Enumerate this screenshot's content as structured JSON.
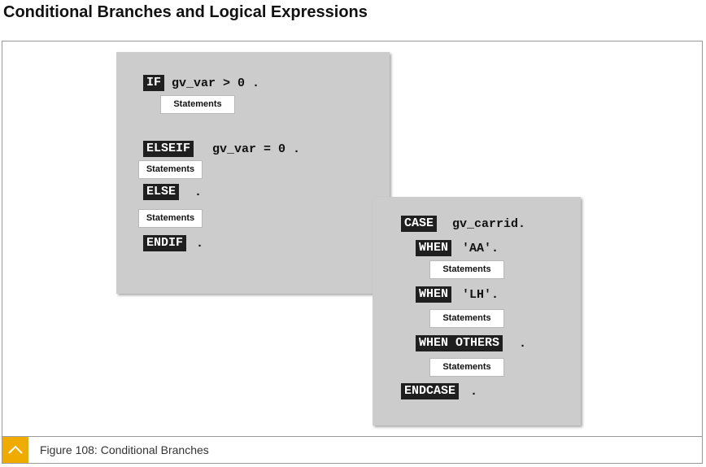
{
  "page": {
    "title": "Conditional Branches and Logical Expressions"
  },
  "if_block": {
    "if_kw": "IF",
    "if_cond": "gv_var > 0 .",
    "stmt1": "Statements",
    "elseif_kw": "ELSEIF",
    "elseif_cond": "gv_var = 0 .",
    "stmt2": "Statements",
    "else_kw": "ELSE",
    "else_dot": ".",
    "stmt3": "Statements",
    "endif_kw": "ENDIF",
    "endif_dot": "."
  },
  "case_block": {
    "case_kw": "CASE",
    "case_var": "gv_carrid.",
    "when1_kw": "WHEN",
    "when1_val": "'AA'.",
    "stmt1": "Statements",
    "when2_kw": "WHEN",
    "when2_val": "'LH'.",
    "stmt2": "Statements",
    "others_kw": "WHEN OTHERS",
    "others_dot": ".",
    "stmt3": "Statements",
    "endcase_kw": "ENDCASE",
    "endcase_dot": "."
  },
  "caption": {
    "text": "Figure 108: Conditional Branches",
    "toggle_icon": "chevron-up-icon",
    "accent_color": "#f0ab00"
  }
}
